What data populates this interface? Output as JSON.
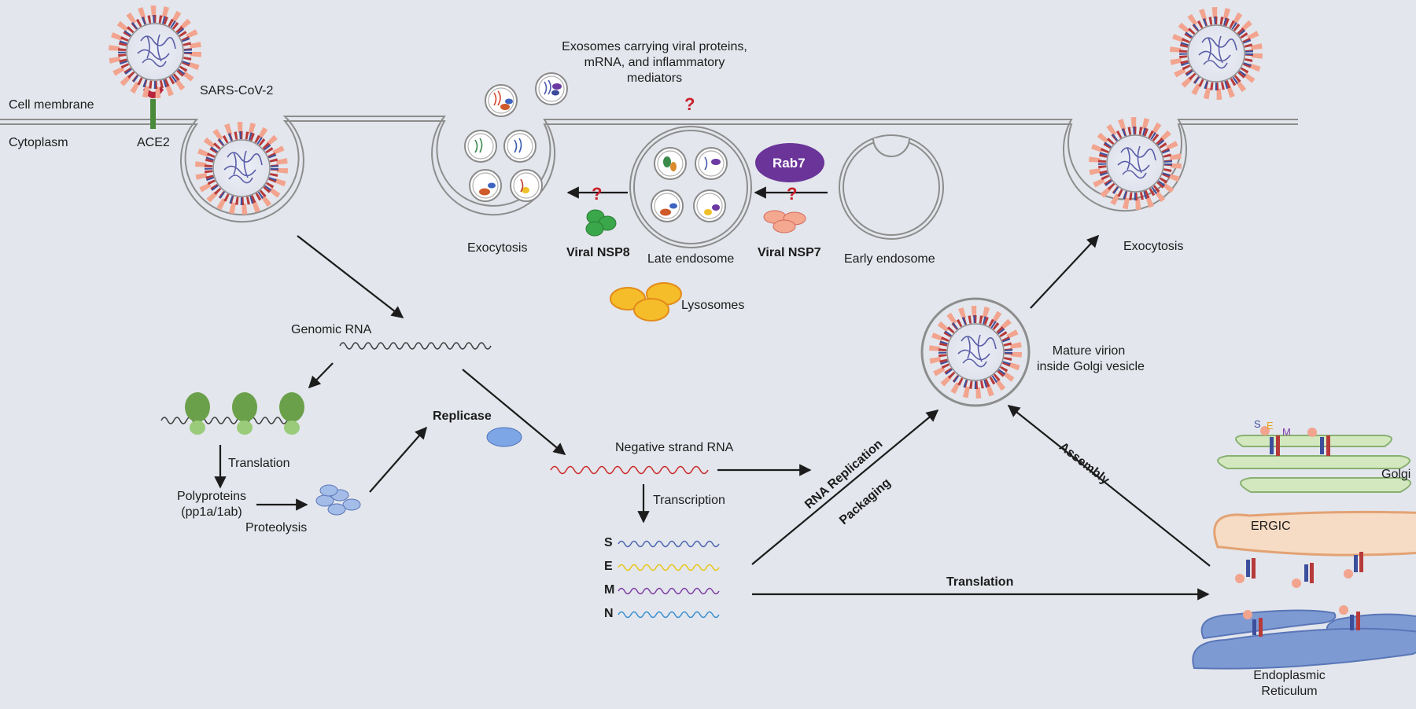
{
  "labels": {
    "cell_membrane": "Cell membrane",
    "cytoplasm": "Cytoplasm",
    "ace2": "ACE2",
    "sars_cov_2": "SARS-CoV-2",
    "exosomes_line1": "Exosomes carrying viral proteins,",
    "exosomes_line2": "mRNA, and inflammatory",
    "exosomes_line3": "mediators",
    "question_mark": "?",
    "rab7": "Rab7",
    "exocytosis_left": "Exocytosis",
    "viral_nsp8": "Viral NSP8",
    "late_endosome": "Late endosome",
    "viral_nsp7": "Viral NSP7",
    "early_endosome": "Early endosome",
    "exocytosis_right": "Exocytosis",
    "lysosomes": "Lysosomes",
    "genomic_rna": "Genomic RNA",
    "mature_virion_line1": "Mature virion",
    "mature_virion_line2": "inside Golgi vesicle",
    "replicase": "Replicase",
    "negative_strand_rna": "Negative strand RNA",
    "translation_left": "Translation",
    "polyproteins_line1": "Polyproteins",
    "polyproteins_line2": "(pp1a/1ab)",
    "proteolysis": "Proteolysis",
    "transcription": "Transcription",
    "rna_replication": "RNA Replication",
    "packaging": "Packaging",
    "assembly": "Assembly",
    "golgi": "Golgi",
    "ergic": "ERGIC",
    "er_line1": "Endoplasmic",
    "er_line2": "Reticulum",
    "translation_bottom": "Translation",
    "golgi_s": "S",
    "golgi_e": "E",
    "golgi_m": "M"
  },
  "subgenomic_rnas": [
    {
      "label": "S",
      "color": "#4a66b0"
    },
    {
      "label": "E",
      "color": "#e8c619"
    },
    {
      "label": "M",
      "color": "#7d3ea6"
    },
    {
      "label": "N",
      "color": "#3b8fd0"
    }
  ],
  "colors": {
    "background": "#e3e6ec",
    "question": "#c8202a",
    "rab7": "#6a3499",
    "nsp8": "#3aa84a",
    "nsp7": "#f4a890",
    "lysosome": "#f6bd2a",
    "negative_rna": "#cc2a2a",
    "golgi": "#d4e8c0",
    "ergic": "#f6dcc4",
    "er": "#7d9ad2"
  }
}
